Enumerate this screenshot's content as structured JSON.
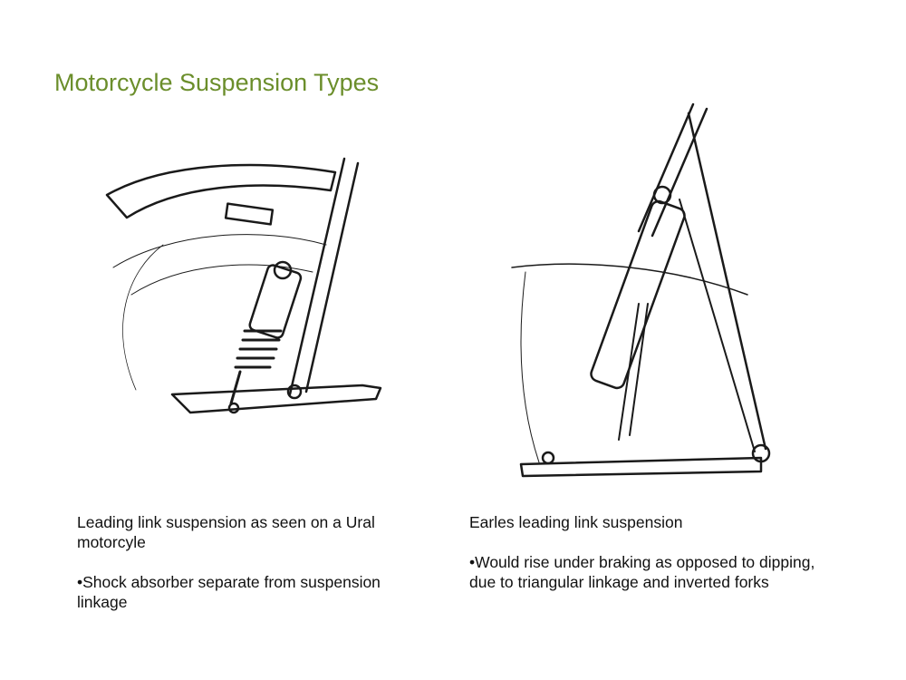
{
  "slide": {
    "title": "Motorcycle Suspension Types",
    "left": {
      "caption_title": "Leading link suspension as seen on a Ural motorcyle",
      "bullet": "•Shock absorber separate from suspension linkage"
    },
    "right": {
      "caption_title": "Earles leading link suspension",
      "bullet": "•Would rise under braking as opposed to dipping, due to triangular linkage and inverted forks"
    }
  }
}
